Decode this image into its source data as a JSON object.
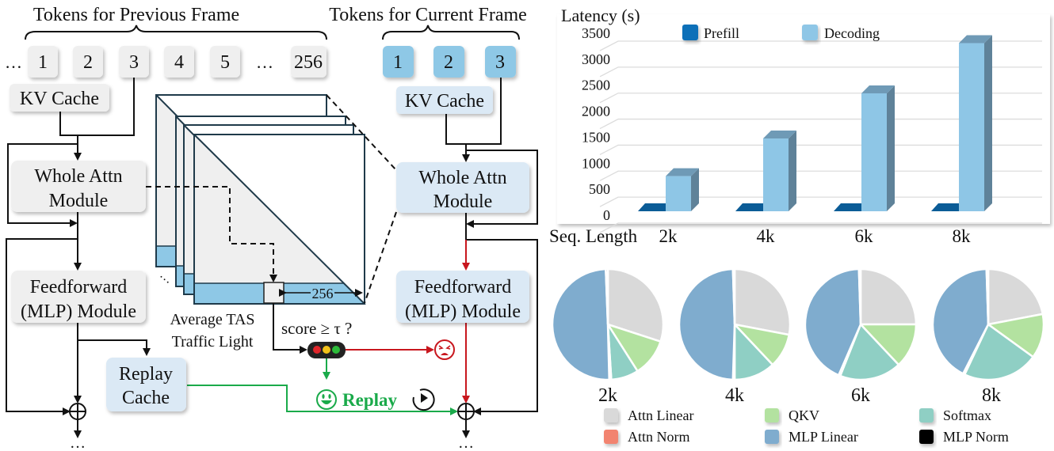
{
  "diagram": {
    "prev_frame_title": "Tokens for Previous Frame",
    "curr_frame_title": "Tokens for Current Frame",
    "ellipsis": "…",
    "prev_tokens": [
      "1",
      "2",
      "3",
      "4",
      "5",
      "256"
    ],
    "curr_tokens": [
      "1",
      "2",
      "3"
    ],
    "kv_cache": "KV Cache",
    "whole_attn_line1": "Whole Attn",
    "whole_attn_line2": "Module",
    "ffn_line1": "Feedforward",
    "ffn_line2": "(MLP) Module",
    "replay_cache_line1": "Replay",
    "replay_cache_line2": "Cache",
    "matrix_width_label": "256",
    "tas_line1": "Average TAS",
    "tas_line2": "Traffic Light",
    "score_condition": "score ≥ τ ?",
    "replay_label": "Replay",
    "colors": {
      "token_prev": "#efefef",
      "token_curr": "#8ec8e6",
      "module_curr": "#dbe9f5",
      "reject": "#c8171e",
      "accept": "#1aaa4a"
    }
  },
  "chart_data": [
    {
      "type": "bar",
      "title": "",
      "ylabel": "Latency (s)",
      "xlabel": "Seq. Length",
      "categories": [
        "2k",
        "4k",
        "6k",
        "8k"
      ],
      "ylim": [
        0,
        3500
      ],
      "yticks": [
        "0",
        "500",
        "1000",
        "1500",
        "2000",
        "2500",
        "3000",
        "3500"
      ],
      "grid": true,
      "legend_position": "top",
      "series": [
        {
          "name": "Prefill",
          "color": "#0b5c97",
          "values": [
            20,
            20,
            20,
            20
          ]
        },
        {
          "name": "Decoding",
          "color": "#8ec6e6",
          "values": [
            700,
            1450,
            2350,
            3350
          ]
        }
      ]
    },
    {
      "type": "pie",
      "categories": [
        "2k",
        "4k",
        "6k",
        "8k"
      ],
      "legend_position": "bottom",
      "slices": [
        "Attn Linear",
        "QKV",
        "Softmax",
        "Attn Norm",
        "MLP Linear",
        "MLP Norm"
      ],
      "colors": [
        "#d9d9d9",
        "#b3e2a0",
        "#8fcfc4",
        "#f28470",
        "#7facce",
        "#000000"
      ],
      "values_percent": [
        [
          30,
          11,
          8,
          0.6,
          49.8,
          0.6
        ],
        [
          28,
          10,
          12,
          0.5,
          49,
          0.5
        ],
        [
          25,
          13,
          18,
          0.5,
          43,
          0.5
        ],
        [
          22,
          13,
          22,
          0.5,
          42,
          0.5
        ]
      ]
    }
  ]
}
